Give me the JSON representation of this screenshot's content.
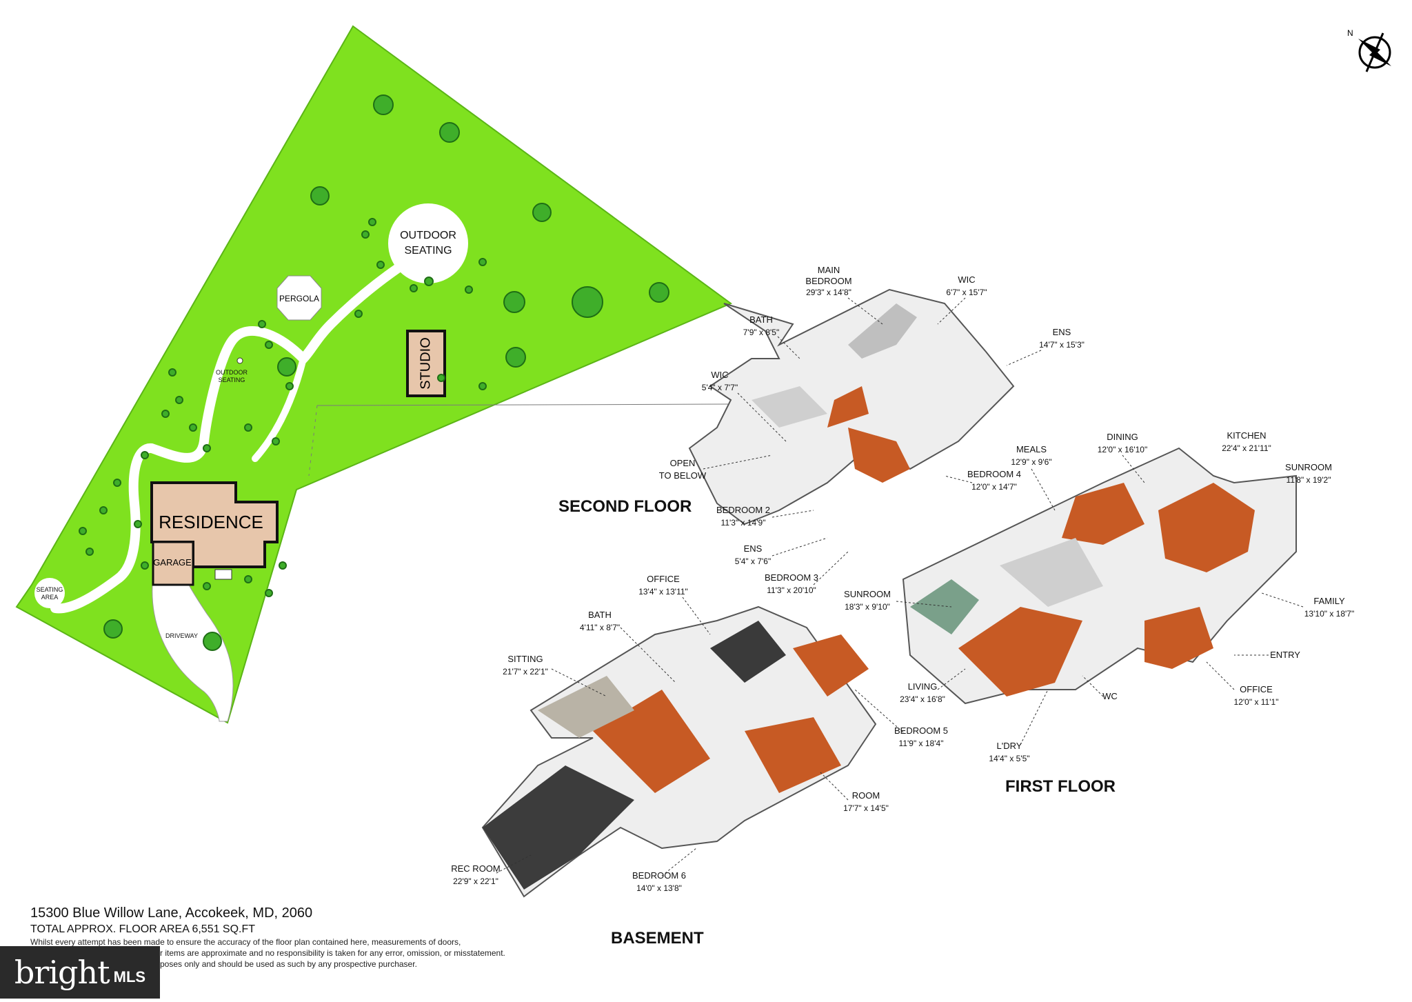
{
  "compass": {
    "north_label": "N",
    "icon": "compass-icon"
  },
  "site_plan": {
    "labels": {
      "outdoor_seating": [
        "OUTDOOR",
        "SEATING"
      ],
      "pergola": "PERGOLA",
      "outdoor_seating_small": [
        "OUTDOOR",
        "SEATING"
      ],
      "studio": "STUDIO",
      "residence": "RESIDENCE",
      "garage": "GARAGE",
      "seating_area": [
        "SEATING",
        "AREA"
      ],
      "driveway": "DRIVEWAY"
    },
    "colors": {
      "lawn": "#7fe11f",
      "building": "#e7c6ab",
      "tree": "#3fae2a"
    }
  },
  "floors": {
    "second": {
      "title": "SECOND FLOOR",
      "rooms": [
        {
          "name": [
            "MAIN",
            "BEDROOM"
          ],
          "dims": "29'3\" x 14'8\""
        },
        {
          "name": [
            "WIC"
          ],
          "dims": "6'7\" x 15'7\""
        },
        {
          "name": [
            "BATH"
          ],
          "dims": "7'9\" x 8'5\""
        },
        {
          "name": [
            "ENS"
          ],
          "dims": "14'7\" x 15'3\""
        },
        {
          "name": [
            "WIC"
          ],
          "dims": "5'4\" x 7'7\""
        },
        {
          "name": [
            "OPEN",
            "TO BELOW"
          ],
          "dims": ""
        },
        {
          "name": [
            "BEDROOM 4"
          ],
          "dims": "12'0\" x 14'7\""
        },
        {
          "name": [
            "BEDROOM 2"
          ],
          "dims": "11'3\" x 14'9\""
        },
        {
          "name": [
            "ENS"
          ],
          "dims": "5'4\" x 7'6\""
        },
        {
          "name": [
            "BEDROOM 3"
          ],
          "dims": "11'3\" x 20'10\""
        }
      ]
    },
    "first": {
      "title": "FIRST FLOOR",
      "rooms": [
        {
          "name": [
            "DINING"
          ],
          "dims": "12'0\" x 16'10\""
        },
        {
          "name": [
            "KITCHEN"
          ],
          "dims": "22'4\" x 21'11\""
        },
        {
          "name": [
            "MEALS"
          ],
          "dims": "12'9\" x 9'6\""
        },
        {
          "name": [
            "SUNROOM"
          ],
          "dims": "11'8\" x 19'2\""
        },
        {
          "name": [
            "SUNROOM"
          ],
          "dims": "18'3\" x 9'10\""
        },
        {
          "name": [
            "FAMILY"
          ],
          "dims": "13'10\" x 18'7\""
        },
        {
          "name": [
            "ENTRY"
          ],
          "dims": ""
        },
        {
          "name": [
            "LIVING"
          ],
          "dims": "23'4\" x 16'8\""
        },
        {
          "name": [
            "WC"
          ],
          "dims": ""
        },
        {
          "name": [
            "OFFICE"
          ],
          "dims": "12'0\" x 11'1\""
        },
        {
          "name": [
            "L'DRY"
          ],
          "dims": "14'4\" x 5'5\""
        }
      ]
    },
    "basement": {
      "title": "BASEMENT",
      "rooms": [
        {
          "name": [
            "OFFICE"
          ],
          "dims": "13'4\" x 13'11\""
        },
        {
          "name": [
            "BATH"
          ],
          "dims": "4'11\" x 8'7\""
        },
        {
          "name": [
            "SITTING"
          ],
          "dims": "21'7\" x 22'1\""
        },
        {
          "name": [
            "BEDROOM 5"
          ],
          "dims": "11'9\" x 18'4\""
        },
        {
          "name": [
            "ROOM"
          ],
          "dims": "17'7\" x 14'5\""
        },
        {
          "name": [
            "REC ROOM"
          ],
          "dims": "22'9\" x 22'1\""
        },
        {
          "name": [
            "BEDROOM 6"
          ],
          "dims": "14'0\" x 13'8\""
        }
      ]
    }
  },
  "footer": {
    "address": "15300 Blue Willow Lane, Accokeek, MD, 2060",
    "total_area": "TOTAL APPROX. FLOOR AREA 6,551 SQ.FT",
    "disclaimer_1": "Whilst every attempt has been made to ensure the accuracy of the floor plan contained here, measurements of doors,",
    "disclaimer_2": "r items are approximate and no responsibility is taken for any error, omission, or misstatement.",
    "disclaimer_3": "poses only and should be used as such by any prospective purchaser."
  },
  "watermark": {
    "brand": "bright",
    "suffix": "MLS"
  }
}
